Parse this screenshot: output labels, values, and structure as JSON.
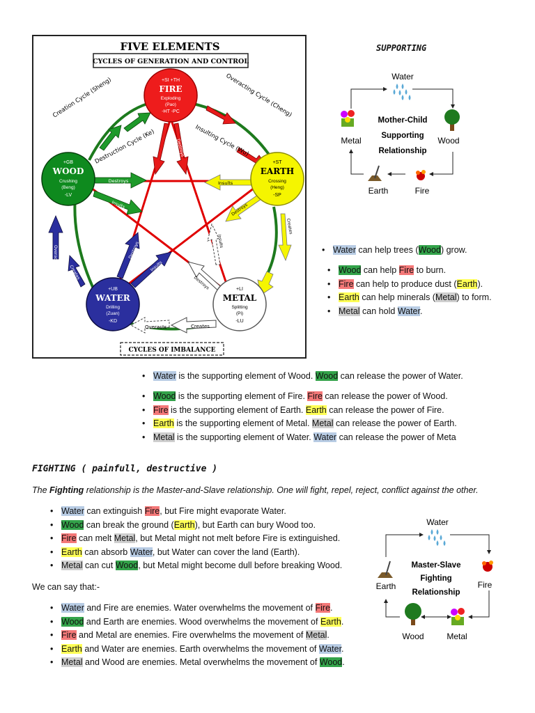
{
  "diagram": {
    "title": "FIVE ELEMENTS",
    "subtitle": "CYCLES OF GENERATION AND CONTROL",
    "imbalance": "CYCLES OF IMBALANCE",
    "fire": {
      "top": "+SI  +TH",
      "name": "FIRE",
      "l1": "Exploding",
      "l2": "(Pao)",
      "bot": "-HT  -PC"
    },
    "wood": {
      "top": "+GB",
      "name": "WOOD",
      "l1": "Crushing",
      "l2": "(Beng)",
      "bot": "-LV"
    },
    "earth": {
      "top": "+ST",
      "name": "EARTH",
      "l1": "Crossing",
      "l2": "(Heng)",
      "bot": "-SP"
    },
    "water": {
      "top": "+UB",
      "name": "WATER",
      "l1": "Drilling",
      "l2": "(Zuan)",
      "bot": "-KD"
    },
    "metal": {
      "top": "+LI",
      "name": "METAL",
      "l1": "Splitting",
      "l2": "(Pi)",
      "bot": "-LU"
    },
    "labels": {
      "creation": "Creation Cycle (Sheng)",
      "overacting": "Overacting Cycle (Cheng)",
      "destruction": "Destruction Cycle (Ke)",
      "insulting": "Insulting Cycle (Wu)",
      "creates": "Creates",
      "overacts": "Overacts",
      "destroys": "Destroys",
      "insults": "Insults"
    }
  },
  "supporting": {
    "heading": "SUPPORTING",
    "center": [
      "Mother-Child",
      "Supporting",
      "Relationship"
    ],
    "water": "Water",
    "wood": "Wood",
    "fire": "Fire",
    "earth": "Earth",
    "metal": "Metal"
  },
  "supporting_list1": [
    [
      {
        "t": ""
      },
      {
        "t": "Water",
        "h": "blue"
      },
      {
        "t": " can help trees ("
      },
      {
        "t": "Wood",
        "h": "green"
      },
      {
        "t": ") grow."
      }
    ]
  ],
  "supporting_list2": [
    [
      {
        "t": "Wood",
        "h": "green"
      },
      {
        "t": " can help "
      },
      {
        "t": "Fire",
        "h": "red"
      },
      {
        "t": " to burn."
      }
    ],
    [
      {
        "t": "Fire",
        "h": "red"
      },
      {
        "t": " can help to produce dust ("
      },
      {
        "t": "Earth",
        "h": "yellow"
      },
      {
        "t": ")."
      }
    ],
    [
      {
        "t": "Earth",
        "h": "yellow"
      },
      {
        "t": " can help minerals ("
      },
      {
        "t": "Metal",
        "h": "gray"
      },
      {
        "t": ") to form."
      }
    ],
    [
      {
        "t": "Metal",
        "h": "gray"
      },
      {
        "t": " can hold "
      },
      {
        "t": "Water",
        "h": "blue"
      },
      {
        "t": "."
      }
    ]
  ],
  "release_list1": [
    [
      {
        "t": "Water",
        "h": "blue"
      },
      {
        "t": " is the supporting element of Wood. "
      },
      {
        "t": "Wood",
        "h": "green"
      },
      {
        "t": " can release the power of Water."
      }
    ]
  ],
  "release_list2": [
    [
      {
        "t": "Wood",
        "h": "green"
      },
      {
        "t": " is the supporting element of Fire. "
      },
      {
        "t": "Fire",
        "h": "red"
      },
      {
        "t": " can release the power of Wood."
      }
    ],
    [
      {
        "t": "Fire",
        "h": "red"
      },
      {
        "t": " is the supporting element of Earth. "
      },
      {
        "t": "Earth",
        "h": "yellow"
      },
      {
        "t": " can release the power of Fire."
      }
    ],
    [
      {
        "t": "Earth",
        "h": "yellow"
      },
      {
        "t": " is the supporting element of Metal. "
      },
      {
        "t": "Metal",
        "h": "gray"
      },
      {
        "t": " can release the power of Earth."
      }
    ],
    [
      {
        "t": "Metal",
        "h": "gray"
      },
      {
        "t": " is the supporting element of Water. "
      },
      {
        "t": "Water",
        "h": "blue"
      },
      {
        "t": " can release the power of Meta"
      }
    ]
  ],
  "fighting": {
    "heading": "FIGHTING  ( painfull, destructive )",
    "intro_pre": "The ",
    "intro_bold": "Fighting",
    "intro_post": " relationship is the Master-and-Slave relationship. One will fight, repel, reject, conflict against the other.",
    "we_can_say": "We can say that:-",
    "center": [
      "Master-Slave",
      "Fighting",
      "Relationship"
    ],
    "water": "Water",
    "wood": "Wood",
    "fire": "Fire",
    "earth": "Earth",
    "metal": "Metal"
  },
  "fighting_list": [
    [
      {
        "t": "Water",
        "h": "blue"
      },
      {
        "t": " can extinguish "
      },
      {
        "t": "Fire",
        "h": "red"
      },
      {
        "t": ", but Fire might evaporate Water."
      }
    ],
    [
      {
        "t": "Wood",
        "h": "green"
      },
      {
        "t": " can break the ground ("
      },
      {
        "t": "Earth",
        "h": "yellow"
      },
      {
        "t": "), but Earth can bury Wood too."
      }
    ],
    [
      {
        "t": "Fire",
        "h": "red"
      },
      {
        "t": " can melt "
      },
      {
        "t": "Metal",
        "h": "gray"
      },
      {
        "t": ", but Metal might not melt before Fire is extinguished."
      }
    ],
    [
      {
        "t": "Earth",
        "h": "yellow"
      },
      {
        "t": " can absorb "
      },
      {
        "t": "Water",
        "h": "blue"
      },
      {
        "t": ", but Water can cover the land (Earth)."
      }
    ],
    [
      {
        "t": "Metal",
        "h": "gray"
      },
      {
        "t": " can cut "
      },
      {
        "t": "Wood",
        "h": "green"
      },
      {
        "t": ", but Metal might become dull before breaking Wood."
      }
    ]
  ],
  "enemies_list": [
    [
      {
        "t": "Water",
        "h": "blue"
      },
      {
        "t": " and Fire are enemies. Water overwhelms the movement of "
      },
      {
        "t": "Fire",
        "h": "red"
      },
      {
        "t": "."
      }
    ],
    [
      {
        "t": "Wood",
        "h": "green"
      },
      {
        "t": " and Earth are enemies. Wood overwhelms the movement of "
      },
      {
        "t": "Earth",
        "h": "yellow"
      },
      {
        "t": "."
      }
    ],
    [
      {
        "t": "Fire",
        "h": "red"
      },
      {
        "t": " and Metal are enemies. Fire overwhelms the movement of "
      },
      {
        "t": "Metal",
        "h": "gray"
      },
      {
        "t": "."
      }
    ],
    [
      {
        "t": "Earth",
        "h": "yellow"
      },
      {
        "t": " and Water are enemies. Earth overwhelms the movement of "
      },
      {
        "t": "Water",
        "h": "blue"
      },
      {
        "t": "."
      }
    ],
    [
      {
        "t": "Metal",
        "h": "gray"
      },
      {
        "t": " and Wood are enemies. Metal overwhelms the movement of "
      },
      {
        "t": "Wood",
        "h": "green"
      },
      {
        "t": "."
      }
    ]
  ],
  "colors": {
    "fire": "#ee1c1c",
    "wood": "#0e8a1e",
    "earth": "#f5f500",
    "water": "#2b2f9e",
    "metal": "#ffffff",
    "green_line": "#1d7a1d",
    "red_line": "#e00000"
  }
}
